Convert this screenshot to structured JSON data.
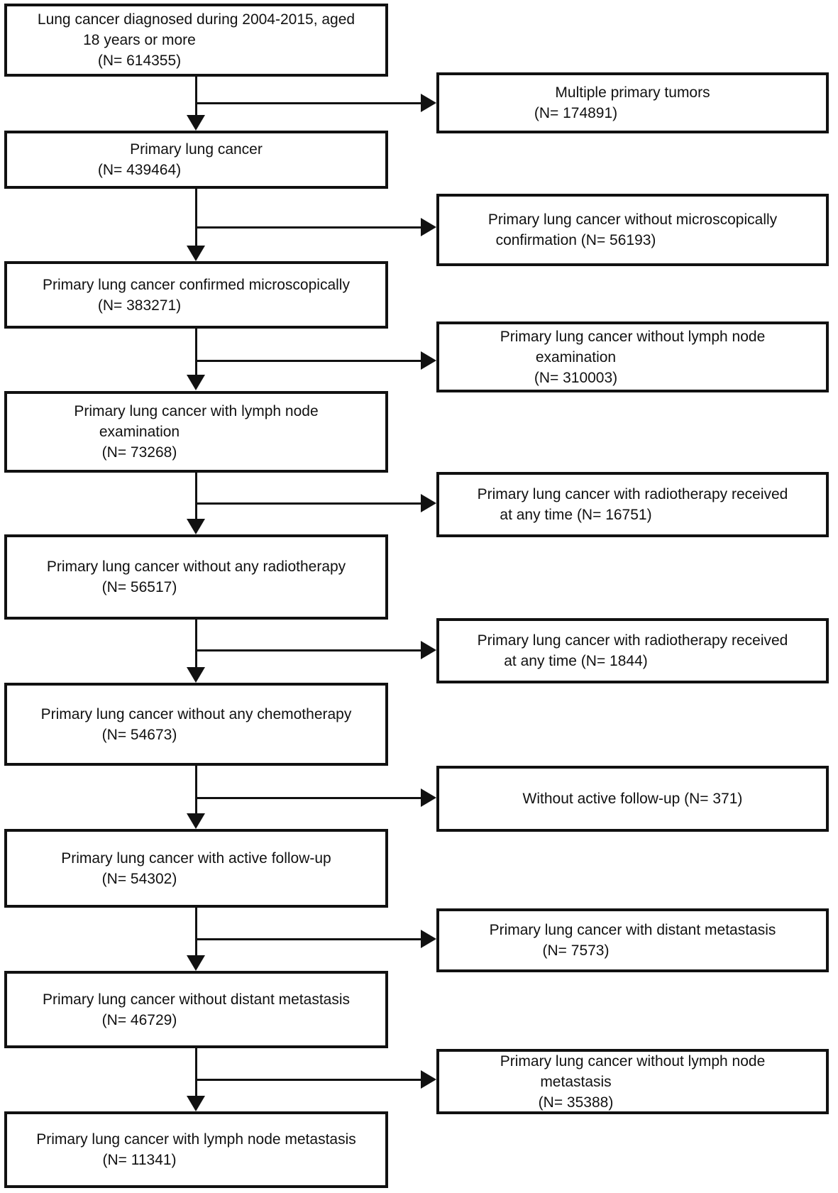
{
  "colors": {
    "line": "#111111",
    "box_border": "#111111",
    "box_background": "#ffffff",
    "text": "#111111",
    "page_background": "#ffffff"
  },
  "flow": {
    "main": [
      {
        "id": "diagnosed",
        "lines": [
          "Lung cancer diagnosed during 2004-2015, aged",
          "18 years or more",
          "(N= 614355)"
        ]
      },
      {
        "id": "primary",
        "lines": [
          "Primary lung cancer",
          "(N= 439464)"
        ]
      },
      {
        "id": "confirmed-micro",
        "lines": [
          "Primary lung cancer confirmed microscopically",
          "(N= 383271)"
        ]
      },
      {
        "id": "lymph-node-exam",
        "lines": [
          "Primary lung cancer with lymph node",
          "examination",
          "(N= 73268)"
        ]
      },
      {
        "id": "without-radiotherapy",
        "lines": [
          "Primary lung cancer without any radiotherapy",
          "(N= 56517)"
        ]
      },
      {
        "id": "without-chemotherapy",
        "lines": [
          "Primary lung cancer without any chemotherapy",
          "(N= 54673)"
        ]
      },
      {
        "id": "active-follow-up",
        "lines": [
          "Primary lung cancer with active follow-up",
          "(N= 54302)"
        ]
      },
      {
        "id": "without-distant-met",
        "lines": [
          "Primary lung cancer without distant metastasis",
          "(N= 46729)"
        ]
      },
      {
        "id": "lymph-node-met",
        "lines": [
          "Primary lung cancer with lymph node metastasis",
          "(N= 11341)"
        ]
      }
    ],
    "excluded": [
      {
        "id": "multiple-primary-tumors",
        "lines": [
          "Multiple primary tumors",
          "(N= 174891)"
        ]
      },
      {
        "id": "without-micro-confirmation",
        "lines": [
          "Primary lung cancer without microscopically",
          "confirmation (N= 56193)"
        ]
      },
      {
        "id": "without-lymph-node-exam",
        "lines": [
          "Primary lung cancer without lymph node",
          "examination",
          "(N= 310003)"
        ]
      },
      {
        "id": "radiotherapy-received-1",
        "lines": [
          "Primary lung cancer with radiotherapy received",
          "at any time (N= 16751)"
        ]
      },
      {
        "id": "radiotherapy-received-2",
        "lines": [
          "Primary lung cancer with radiotherapy received",
          "at any time (N= 1844)"
        ]
      },
      {
        "id": "without-active-follow-up",
        "lines": [
          "Without active follow-up (N= 371)"
        ]
      },
      {
        "id": "with-distant-metastasis",
        "lines": [
          "Primary lung cancer with distant metastasis",
          "(N= 7573)"
        ]
      },
      {
        "id": "without-lymph-node-met",
        "lines": [
          "Primary lung cancer without lymph node",
          "metastasis",
          "(N= 35388)"
        ]
      }
    ]
  }
}
